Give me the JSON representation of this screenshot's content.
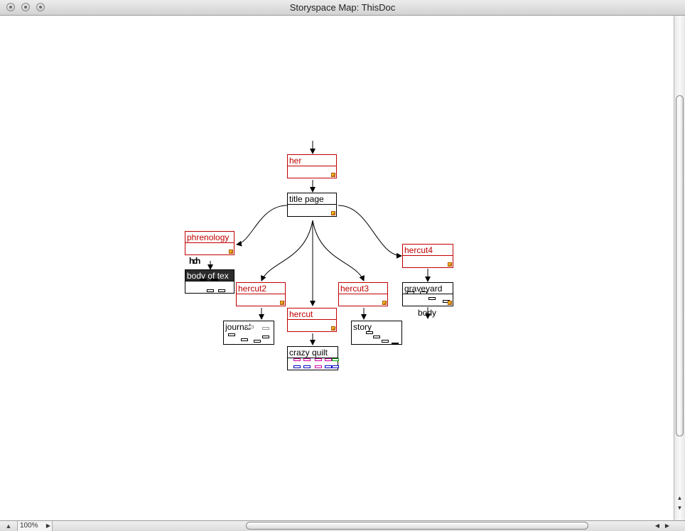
{
  "window": {
    "title": "Storyspace Map: ThisDoc"
  },
  "nodes": {
    "her": "her",
    "title_page": "title page",
    "phrenology": "phrenology",
    "body_of_text": "body of tex",
    "hercut2": "hercut2",
    "hercut": "hercut",
    "hercut3": "hercut3",
    "hercut4": "hercut4",
    "graveyard": "graveyard",
    "journal": "journal",
    "story": "story",
    "crazy_quilt": "crazy quilt"
  },
  "labels": {
    "overlapping": "h...ch",
    "body": "body"
  },
  "colors": {
    "red_node": "#c00000",
    "dark_node": "#2c2c2c",
    "corner": "#f0c020"
  },
  "footer": {
    "zoom": "100%"
  }
}
